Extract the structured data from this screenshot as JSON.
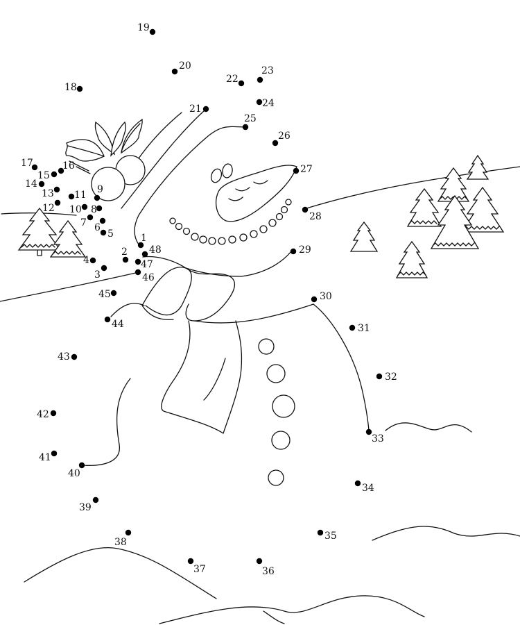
{
  "puzzle": {
    "type": "connect-the-dots",
    "subject_icon": "snowman-dot-to-dot",
    "dot_color": "#000000",
    "line_color": "#111111",
    "dots": [
      {
        "n": "1"
      },
      {
        "n": "2"
      },
      {
        "n": "3"
      },
      {
        "n": "4"
      },
      {
        "n": "5"
      },
      {
        "n": "6"
      },
      {
        "n": "7"
      },
      {
        "n": "8"
      },
      {
        "n": "9"
      },
      {
        "n": "10"
      },
      {
        "n": "11"
      },
      {
        "n": "12"
      },
      {
        "n": "13"
      },
      {
        "n": "14"
      },
      {
        "n": "15"
      },
      {
        "n": "16"
      },
      {
        "n": "17"
      },
      {
        "n": "18"
      },
      {
        "n": "19"
      },
      {
        "n": "20"
      },
      {
        "n": "21"
      },
      {
        "n": "22"
      },
      {
        "n": "23"
      },
      {
        "n": "24"
      },
      {
        "n": "25"
      },
      {
        "n": "26"
      },
      {
        "n": "27"
      },
      {
        "n": "28"
      },
      {
        "n": "29"
      },
      {
        "n": "30"
      },
      {
        "n": "31"
      },
      {
        "n": "32"
      },
      {
        "n": "33"
      },
      {
        "n": "34"
      },
      {
        "n": "35"
      },
      {
        "n": "36"
      },
      {
        "n": "37"
      },
      {
        "n": "38"
      },
      {
        "n": "39"
      },
      {
        "n": "40"
      },
      {
        "n": "41"
      },
      {
        "n": "42"
      },
      {
        "n": "43"
      },
      {
        "n": "44"
      },
      {
        "n": "45"
      },
      {
        "n": "46"
      },
      {
        "n": "47"
      },
      {
        "n": "48"
      }
    ]
  }
}
